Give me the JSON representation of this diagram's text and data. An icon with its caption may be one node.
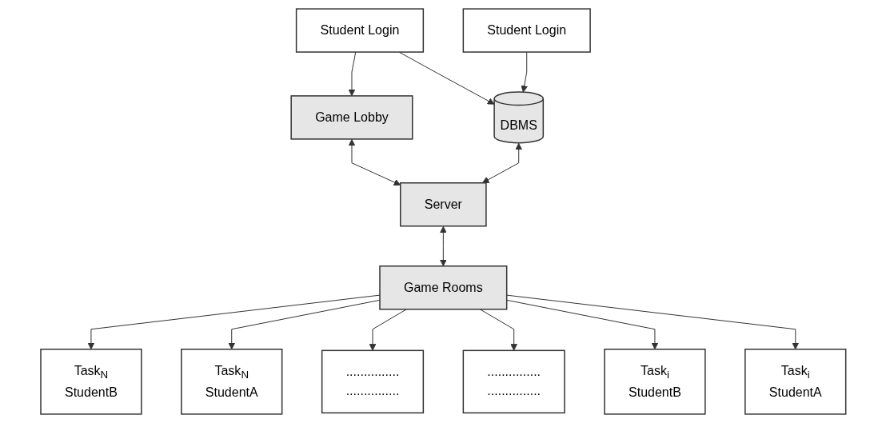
{
  "diagram": {
    "nodes": [
      {
        "text": [
          "Student Login"
        ]
      },
      {
        "text": [
          "Game Lobby"
        ]
      },
      {
        "text": [
          "DBMS"
        ]
      },
      {
        "text": [
          "Server"
        ]
      },
      {
        "text": [
          "Student Login"
        ]
      },
      {
        "text": [
          "Game Rooms"
        ]
      },
      {
        "text": [
          "Task$_{N}$",
          "StudentB"
        ]
      },
      {
        "text": [
          "Task$_{N}$",
          "StudentA"
        ]
      },
      {
        "text": [
          "...............",
          "..............."
        ]
      },
      {
        "text": [
          "...............",
          "..............."
        ]
      },
      {
        "text": [
          "Task$_{i}$",
          "StudentB"
        ]
      },
      {
        "text": [
          "Task$_{i}$",
          "StudentA"
        ]
      }
    ],
    "edges": [
      {
        "from": 0,
        "to": 1,
        "arrow": "to"
      },
      {
        "from": 0,
        "to": 2,
        "arrow": "to"
      },
      {
        "from": 4,
        "to": 2,
        "arrow": "to"
      },
      {
        "from": 1,
        "to": 3,
        "arrow": "both"
      },
      {
        "from": 2,
        "to": 3,
        "arrow": "both"
      },
      {
        "from": 3,
        "to": 5,
        "arrow": "both"
      },
      {
        "from": 5,
        "to": 6,
        "arrow": "to"
      },
      {
        "from": 5,
        "to": 7,
        "arrow": "to"
      },
      {
        "from": 5,
        "to": 8,
        "arrow": "to"
      },
      {
        "from": 5,
        "to": 9,
        "arrow": "to"
      },
      {
        "from": 5,
        "to": 10,
        "arrow": "to"
      },
      {
        "from": 5,
        "to": 11,
        "arrow": "to"
      }
    ]
  }
}
